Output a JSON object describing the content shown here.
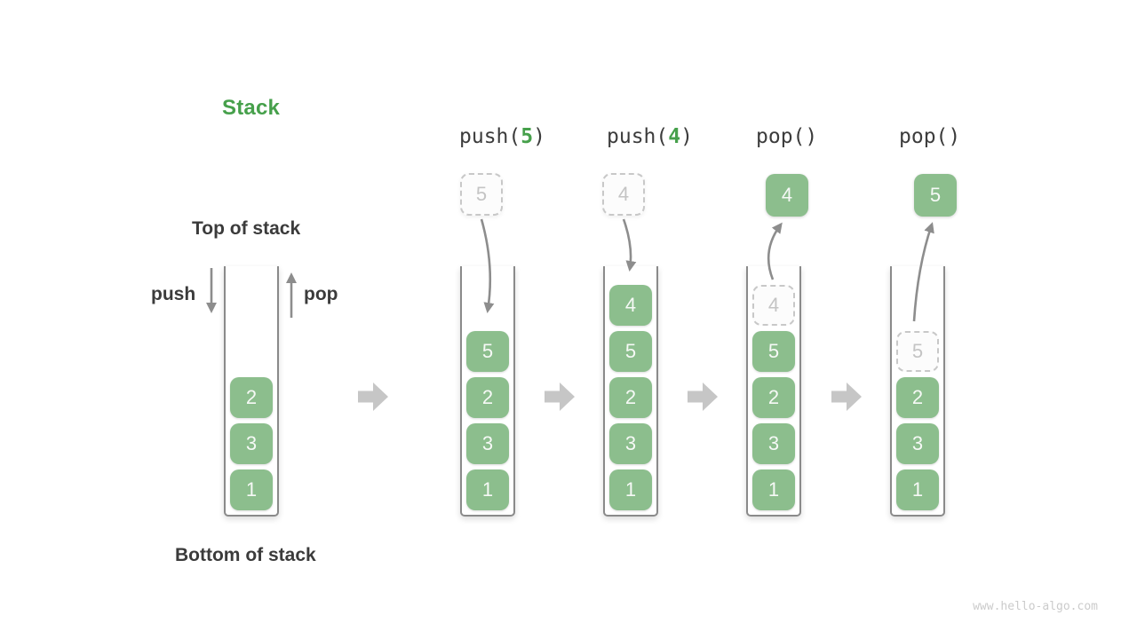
{
  "title": "Stack",
  "labels": {
    "top_of_stack": "Top of stack",
    "bottom_of_stack": "Bottom of stack",
    "push": "push",
    "pop": "pop"
  },
  "watermark": "www.hello-algo.com",
  "colors": {
    "accent_green": "#46a04b",
    "cell_green": "#8cbe8d",
    "dark_text": "#3b3b3b",
    "thin_arrow_gray": "#8d8d8d",
    "block_arrow_gray": "#c6c6c6",
    "dashed_gray": "#c8c8c8",
    "watermark_gray": "#cbcbcb"
  },
  "initial_stack": {
    "boxes": [
      {
        "value": "2"
      },
      {
        "value": "3"
      },
      {
        "value": "1"
      }
    ]
  },
  "stages": [
    {
      "op": {
        "prefix": "push(",
        "arg": "5",
        "suffix": ")"
      },
      "floating_box": {
        "value": "5",
        "style": "dashed"
      },
      "stack": [
        {
          "value": "5",
          "style": "solid"
        },
        {
          "value": "2",
          "style": "solid"
        },
        {
          "value": "3",
          "style": "solid"
        },
        {
          "value": "1",
          "style": "solid"
        }
      ]
    },
    {
      "op": {
        "prefix": "push(",
        "arg": "4",
        "suffix": ")"
      },
      "floating_box": {
        "value": "4",
        "style": "dashed"
      },
      "stack": [
        {
          "value": "4",
          "style": "solid"
        },
        {
          "value": "5",
          "style": "solid"
        },
        {
          "value": "2",
          "style": "solid"
        },
        {
          "value": "3",
          "style": "solid"
        },
        {
          "value": "1",
          "style": "solid"
        }
      ]
    },
    {
      "op": {
        "prefix": "pop(",
        "arg": "",
        "suffix": ")"
      },
      "floating_box": {
        "value": "4",
        "style": "solid"
      },
      "stack": [
        {
          "value": "4",
          "style": "dashed"
        },
        {
          "value": "5",
          "style": "solid"
        },
        {
          "value": "2",
          "style": "solid"
        },
        {
          "value": "3",
          "style": "solid"
        },
        {
          "value": "1",
          "style": "solid"
        }
      ]
    },
    {
      "op": {
        "prefix": "pop(",
        "arg": "",
        "suffix": ")"
      },
      "floating_box": {
        "value": "5",
        "style": "solid"
      },
      "stack": [
        {
          "value": "5",
          "style": "dashed"
        },
        {
          "value": "2",
          "style": "solid"
        },
        {
          "value": "3",
          "style": "solid"
        },
        {
          "value": "1",
          "style": "solid"
        }
      ]
    }
  ]
}
